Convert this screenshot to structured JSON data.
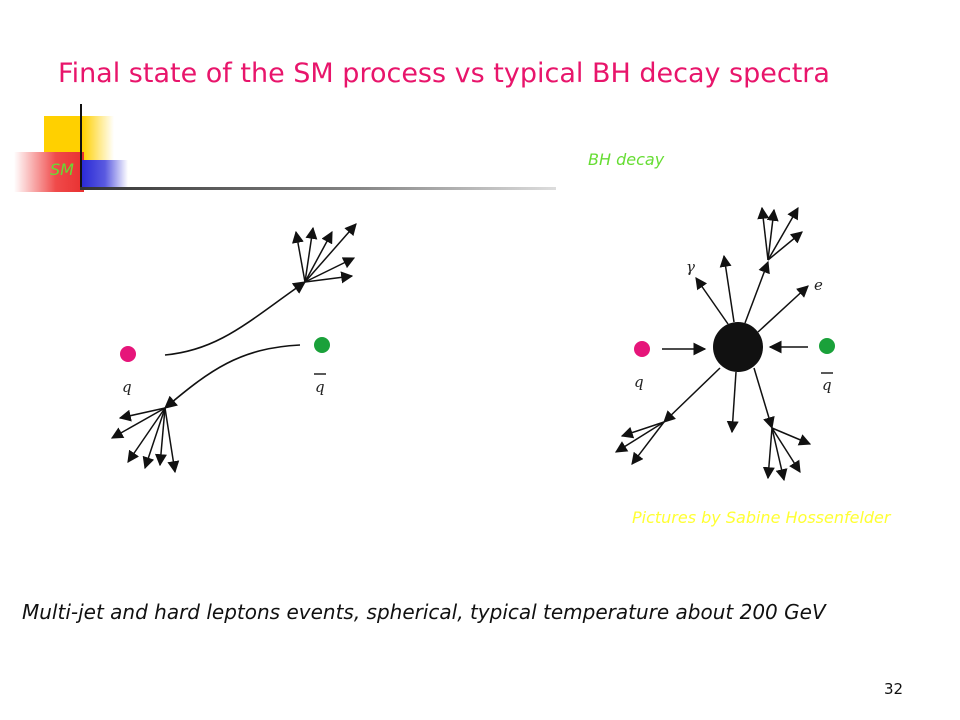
{
  "slide": {
    "title": "Final state of the SM process vs typical BH decay spectra",
    "label_sm": "SM",
    "label_bh": "BH decay",
    "credit": "Pictures by Sabine Hossenfelder",
    "caption": "Multi-jet and hard leptons events, spherical, typical temperature about 200 GeV",
    "page_number": "32"
  },
  "diagrams": {
    "sm": {
      "quark": "q",
      "antiquark": "q"
    },
    "bh": {
      "quark": "q",
      "antiquark": "q",
      "photon": "γ",
      "electron": "e"
    }
  },
  "colors": {
    "title": "#e8156b",
    "quark": "#e6157a",
    "antiquark": "#1aa13a",
    "label_green": "#66dd33",
    "credit_yellow": "#ffff33"
  }
}
